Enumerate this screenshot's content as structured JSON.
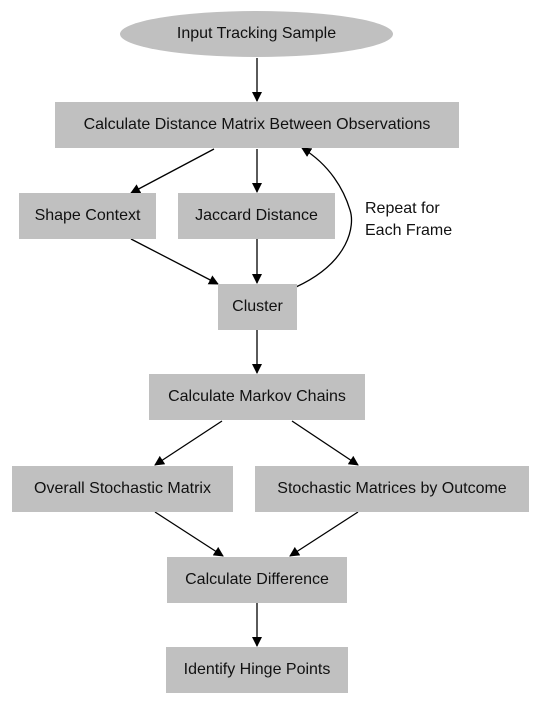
{
  "nodes": {
    "input": "Input Tracking Sample",
    "distance_matrix": "Calculate Distance Matrix Between Observations",
    "shape_context": "Shape Context",
    "jaccard": "Jaccard Distance",
    "cluster": "Cluster",
    "markov": "Calculate Markov Chains",
    "overall_matrix": "Overall Stochastic Matrix",
    "outcome_matrices": "Stochastic Matrices by Outcome",
    "difference": "Calculate Difference",
    "hinge": "Identify Hinge Points"
  },
  "loop_label": {
    "line1": "Repeat for",
    "line2": "Each Frame"
  },
  "colors": {
    "node_fill": "#c0c0c0",
    "edge": "#000000"
  }
}
